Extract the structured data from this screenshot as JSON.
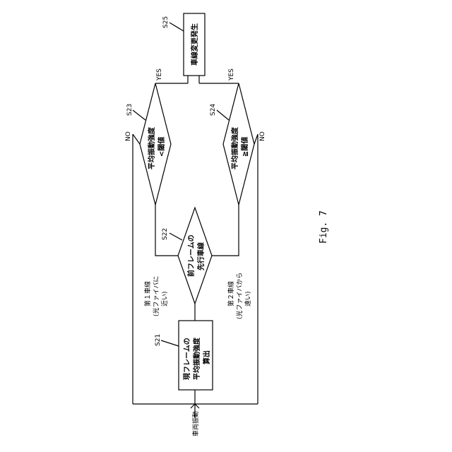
{
  "figure_label": "Fig. 7",
  "input_label": "車両振動",
  "steps": {
    "s21": {
      "id": "S21",
      "text": [
        "現フレームの",
        "平均振動強度",
        "算出"
      ]
    },
    "s22": {
      "id": "S22",
      "text": [
        "前フレームの",
        "先行車線"
      ]
    },
    "s23": {
      "id": "S23",
      "text": [
        "平均振動強度",
        "<閾値"
      ]
    },
    "s24": {
      "id": "S24",
      "text": [
        "平均振動強度",
        "≧閾値"
      ]
    },
    "s25": {
      "id": "S25",
      "text": [
        "車線変更発生"
      ]
    }
  },
  "branches": {
    "lane1": [
      "第１車線",
      "(光ファイバに",
      "近い)"
    ],
    "lane2": [
      "第２車線",
      "(光ファイバから",
      "遠い)"
    ],
    "s23_yes": "YES",
    "s23_no": "NO",
    "s24_yes": "YES",
    "s24_no": "NO"
  }
}
